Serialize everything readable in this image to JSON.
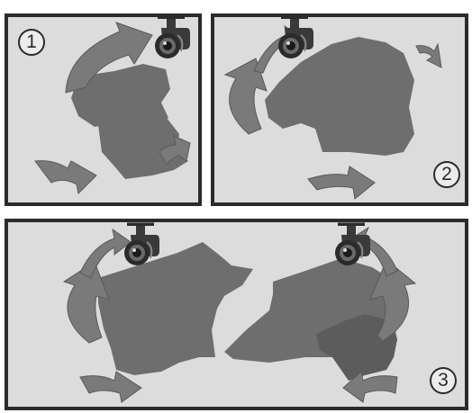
{
  "colors": {
    "panel_background": "#dcdcdc",
    "panel_border": "#2b2b2b",
    "area_shape": "#6e6e6e",
    "arrow": "#7a7a7a",
    "camera_body": "#2b2b2b"
  },
  "panels": [
    {
      "number": "1"
    },
    {
      "number": "2"
    },
    {
      "number": "3"
    }
  ]
}
